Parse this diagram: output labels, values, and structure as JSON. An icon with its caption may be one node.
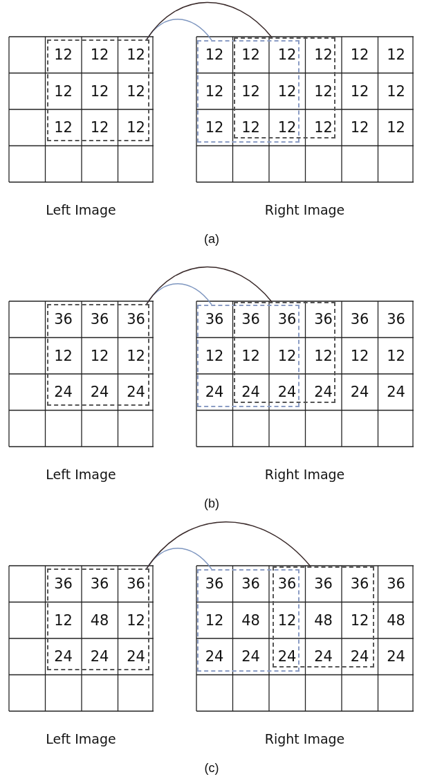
{
  "diagram": {
    "nodes": [
      {
        "text": [
          "Left Image"
        ]
      },
      {
        "text": [],
        "shape": "box",
        "in": 0
      },
      {
        "text": [
          "Right Image"
        ]
      },
      {
        "text": [],
        "shape": "box",
        "in": 2
      },
      {
        "text": [],
        "shape": "box",
        "in": 2
      },
      {
        "text": [
          "Left Image"
        ]
      },
      {
        "text": [],
        "shape": "box",
        "in": 5
      },
      {
        "text": [
          "Right Image"
        ]
      },
      {
        "text": [],
        "shape": "box",
        "in": 7
      },
      {
        "text": [],
        "shape": "box",
        "in": 7
      },
      {
        "text": [
          "Left Image"
        ]
      },
      {
        "text": [],
        "shape": "box",
        "in": 10
      },
      {
        "text": [
          "Right Image"
        ]
      },
      {
        "text": [],
        "shape": "box",
        "in": 12
      },
      {
        "text": [],
        "shape": "box",
        "in": 12
      }
    ],
    "edges": [
      {
        "from": 1,
        "to": 3,
        "arrow": "none",
        "color": "#7f97c0"
      },
      {
        "from": 1,
        "to": 4,
        "arrow": "none",
        "color": "#3a2a2a"
      },
      {
        "from": 6,
        "to": 8,
        "arrow": "none",
        "color": "#7f97c0"
      },
      {
        "from": 6,
        "to": 9,
        "arrow": "none",
        "color": "#3a2a2a"
      },
      {
        "from": 11,
        "to": 13,
        "arrow": "none",
        "color": "#7f97c0"
      },
      {
        "from": 11,
        "to": 14,
        "arrow": "none",
        "color": "#3a2a2a"
      }
    ],
    "labels": [
      "12",
      "12",
      "12",
      "12",
      "12",
      "12",
      "12",
      "12",
      "12",
      "12",
      "12",
      "12",
      "12",
      "12",
      "12",
      "12",
      "12",
      "12",
      "12",
      "12",
      "12",
      "12",
      "12",
      "12",
      "12",
      "12",
      "12",
      "(a)",
      "36",
      "36",
      "36",
      "12",
      "12",
      "12",
      "24",
      "24",
      "24",
      "36",
      "36",
      "36",
      "36",
      "36",
      "36",
      "12",
      "12",
      "12",
      "12",
      "12",
      "12",
      "24",
      "24",
      "24",
      "24",
      "24",
      "24",
      "(b)",
      "36",
      "36",
      "36",
      "12",
      "48",
      "12",
      "24",
      "24",
      "24",
      "36",
      "36",
      "36",
      "36",
      "36",
      "36",
      "12",
      "48",
      "12",
      "48",
      "12",
      "48",
      "24",
      "24",
      "24",
      "24",
      "24",
      "24",
      "(c)"
    ]
  }
}
